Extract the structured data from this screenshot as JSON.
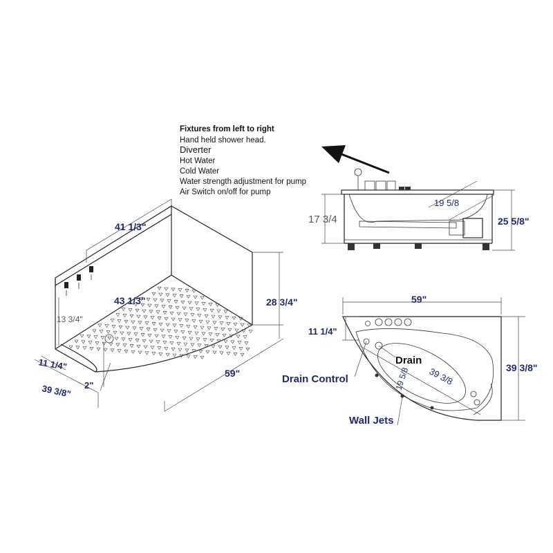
{
  "fixtures": {
    "title": "Fixtures from left to right",
    "items": [
      "Hand held shower head.",
      "Diverter",
      "Hot Water",
      "Cold Water",
      "Water strength adjustment for pump",
      "Air Switch on/off for pump"
    ]
  },
  "iso": {
    "top_width": "41 1/3\"",
    "inner_width": "43 1/3\"",
    "height": "28 3/4\"",
    "fixture_height": "13 3/4\"",
    "front_width": "59\"",
    "side_short": "11 1/4\"",
    "side_depth": "39 3/8\"",
    "drain_size": "2\""
  },
  "side": {
    "inner_height": "17 3/4",
    "basin_depth": "19 5/8",
    "total_height": "25 5/8\""
  },
  "top": {
    "width": "59\"",
    "edge": "11 1/4\"",
    "depth": "39 3/8\"",
    "basin_length": "39 3/8",
    "basin_width": "19 5/8",
    "drain": "Drain",
    "drain_control": "Drain Control",
    "wall_jets": "Wall Jets"
  },
  "colors": {
    "dimension_text": "#1f2a6b",
    "line": "#222222"
  }
}
